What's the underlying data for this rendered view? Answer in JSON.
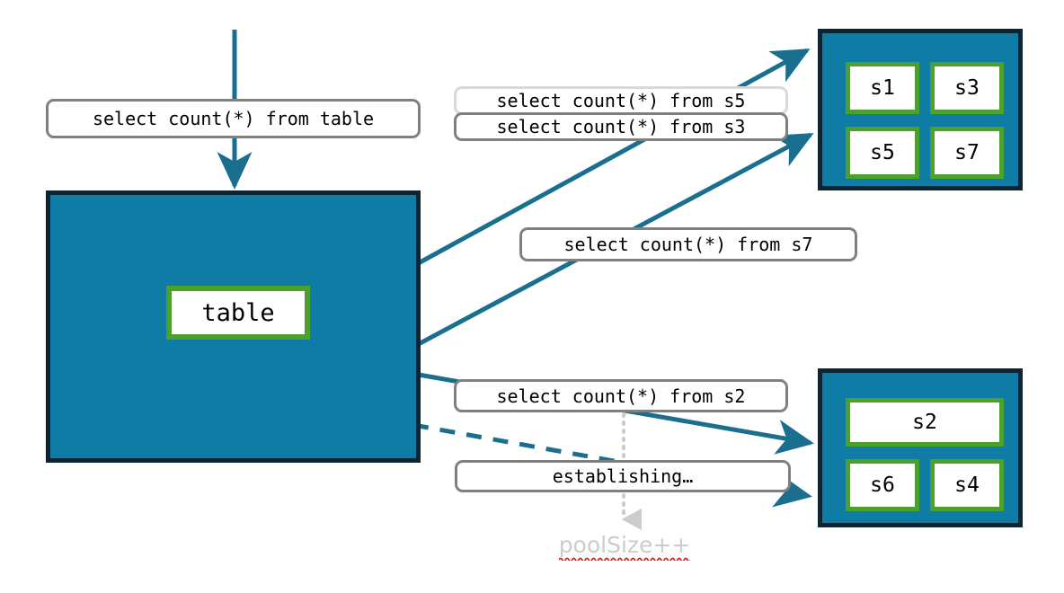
{
  "diagram": {
    "title": "Connection pool query routing diagram",
    "colors": {
      "pool_fill": "#0E7CA5",
      "pool_border": "#0D2433",
      "slot_border": "#4CA02C",
      "slot_fill": "#ffffff",
      "arrow": "#1A6E8E",
      "label_border": "#808080",
      "label_border_light": "#d9d9d9",
      "note_text": "#cccccc",
      "spellcheck_underline": "#ff0000"
    }
  },
  "table_node": {
    "entity_label": "table",
    "incoming_query_label": "select count(*) from table"
  },
  "pools": [
    {
      "id": "pool-top",
      "slots": [
        {
          "id": "s1",
          "label": "s1"
        },
        {
          "id": "s3",
          "label": "s3"
        },
        {
          "id": "s5",
          "label": "s5"
        },
        {
          "id": "s7",
          "label": "s7"
        }
      ]
    },
    {
      "id": "pool-bottom",
      "slots": [
        {
          "id": "s2",
          "label": "s2"
        },
        {
          "id": "s6",
          "label": "s6"
        },
        {
          "id": "s4",
          "label": "s4"
        }
      ]
    }
  ],
  "query_labels": [
    {
      "id": "label-s5",
      "text": "select count(*) from s5",
      "border": "light"
    },
    {
      "id": "label-s3",
      "text": "select count(*) from s3",
      "border": "normal"
    },
    {
      "id": "label-s7",
      "text": "select count(*) from s7",
      "border": "normal"
    },
    {
      "id": "label-s2",
      "text": "select count(*) from s2",
      "border": "normal"
    },
    {
      "id": "label-establishing",
      "text": "establishing…",
      "border": "normal"
    }
  ],
  "annotations": {
    "poolsize_note": "poolSize++"
  }
}
